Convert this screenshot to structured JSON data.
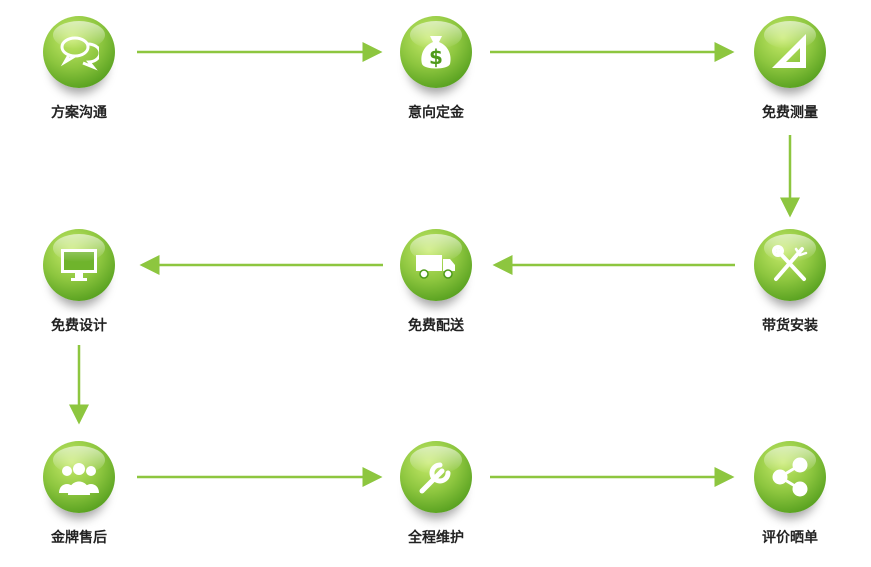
{
  "accent": "#8dc63f",
  "steps": [
    {
      "label": "方案沟通",
      "icon": "chat-bubbles-icon"
    },
    {
      "label": "意向定金",
      "icon": "money-bag-icon"
    },
    {
      "label": "免费测量",
      "icon": "ruler-triangle-icon"
    },
    {
      "label": "带货安装",
      "icon": "wrench-fork-icon"
    },
    {
      "label": "免费配送",
      "icon": "truck-icon"
    },
    {
      "label": "免费设计",
      "icon": "monitor-icon"
    },
    {
      "label": "金牌售后",
      "icon": "team-icon"
    },
    {
      "label": "全程维护",
      "icon": "wrench-icon"
    },
    {
      "label": "评价晒单",
      "icon": "share-icon"
    }
  ]
}
